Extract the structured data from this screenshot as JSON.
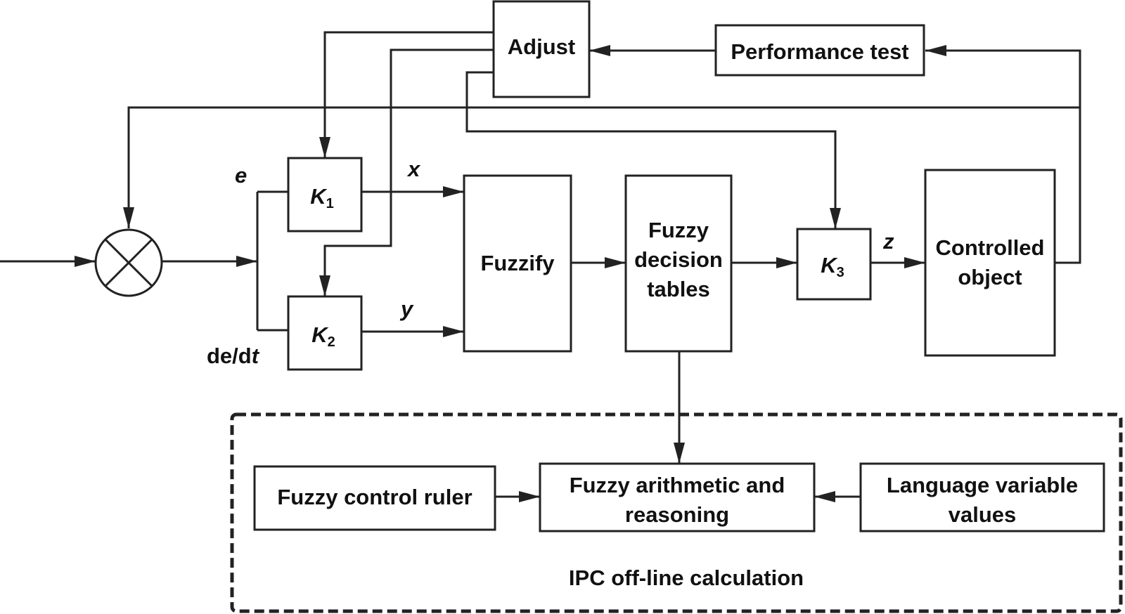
{
  "blocks": {
    "adjust": "Adjust",
    "performance_test": "Performance test",
    "k1": {
      "main": "K",
      "sub": "1"
    },
    "k2": {
      "main": "K",
      "sub": "2"
    },
    "k3": {
      "main": "K",
      "sub": "3"
    },
    "fuzzify": "Fuzzify",
    "fuzzy_decision_tables": [
      "Fuzzy",
      "decision",
      "tables"
    ],
    "controlled_object": [
      "Controlled",
      "object"
    ],
    "fuzzy_control_ruler": "Fuzzy control ruler",
    "fuzzy_arithmetic": [
      "Fuzzy arithmetic and",
      "reasoning"
    ],
    "language_variable_values": [
      "Language variable",
      "values"
    ]
  },
  "signals": {
    "e": "e",
    "dedt": {
      "prefix": "de/d",
      "var": "t"
    },
    "x": "x",
    "y": "y",
    "z": "z"
  },
  "region": {
    "caption": "IPC off-line calculation"
  },
  "colors": {
    "line": "#222222",
    "background": "#ffffff"
  }
}
